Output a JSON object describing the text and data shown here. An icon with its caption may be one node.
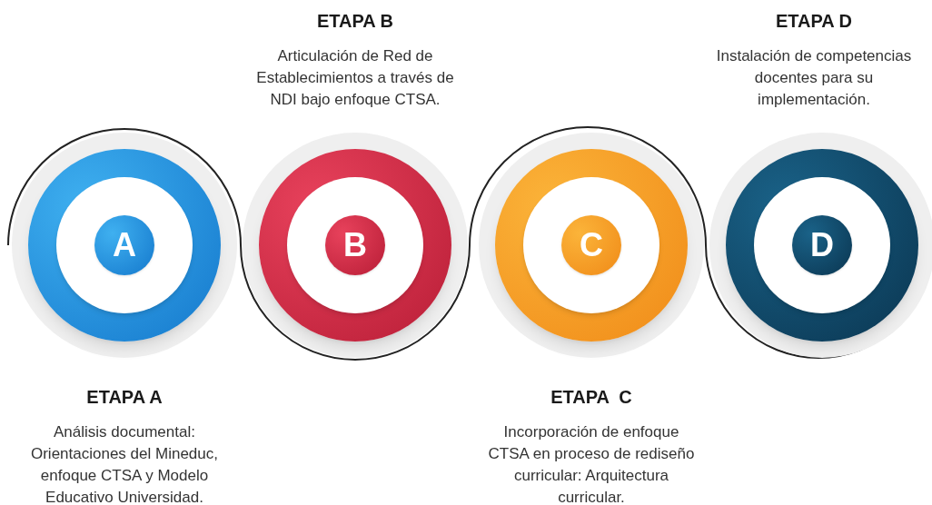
{
  "diagram": {
    "nodes": [
      {
        "text": [
          "A"
        ],
        "beside": [
          "ETAPA A",
          "Análisis documental: Orientaciones del Mineduc, enfoque CTSA y Modelo Educativo Universidad."
        ]
      },
      {
        "text": [
          "B"
        ],
        "beside": [
          "ETAPA B",
          "Articulación de Red de Establecimientos a través de NDI bajo enfoque CTSA."
        ]
      },
      {
        "text": [
          "C"
        ],
        "beside": [
          "ETAPA  C",
          "Incorporación de enfoque CTSA en proceso de rediseño curricular: Arquitectura curricular."
        ]
      },
      {
        "text": [
          "D"
        ],
        "beside": [
          "ETAPA D",
          "Instalación de competencias docentes para su implementación."
        ]
      }
    ]
  }
}
